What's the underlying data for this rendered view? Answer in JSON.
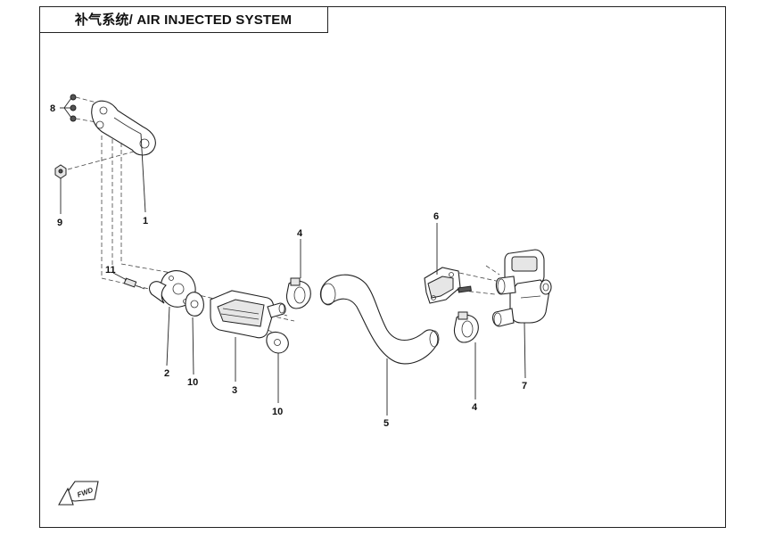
{
  "title": "补气系统/ AIR INJECTED SYSTEM",
  "callouts": {
    "c1": "1",
    "c2": "2",
    "c3": "3",
    "c4a": "4",
    "c4b": "4",
    "c5": "5",
    "c6": "6",
    "c7": "7",
    "c8": "8",
    "c9": "9",
    "c10a": "10",
    "c10b": "10",
    "c11": "11"
  },
  "fwd_marker": "FWD"
}
